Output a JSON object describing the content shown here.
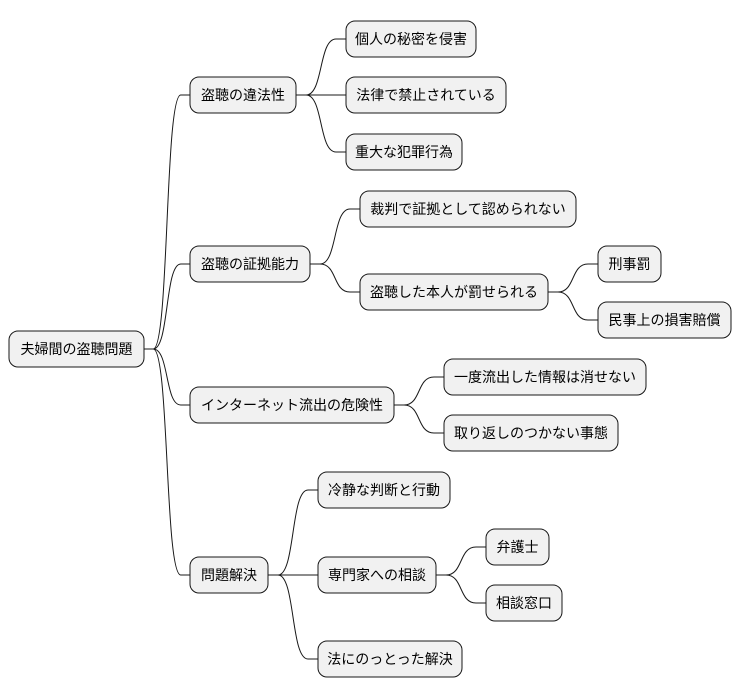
{
  "colors": {
    "node_fill": "#f1f1f1",
    "node_stroke": "#181818",
    "edge": "#181818",
    "text": "#000000"
  },
  "root": {
    "label": "夫婦間の盗聴問題",
    "children": [
      {
        "label": "盗聴の違法性",
        "children": [
          {
            "label": "個人の秘密を侵害"
          },
          {
            "label": "法律で禁止されている"
          },
          {
            "label": "重大な犯罪行為"
          }
        ]
      },
      {
        "label": "盗聴の証拠能力",
        "children": [
          {
            "label": "裁判で証拠として認められない"
          },
          {
            "label": "盗聴した本人が罰せられる",
            "children": [
              {
                "label": "刑事罰"
              },
              {
                "label": "民事上の損害賠償"
              }
            ]
          }
        ]
      },
      {
        "label": "インターネット流出の危険性",
        "children": [
          {
            "label": "一度流出した情報は消せない"
          },
          {
            "label": "取り返しのつかない事態"
          }
        ]
      },
      {
        "label": "問題解決",
        "children": [
          {
            "label": "冷静な判断と行動"
          },
          {
            "label": "専門家への相談",
            "children": [
              {
                "label": "弁護士"
              },
              {
                "label": "相談窓口"
              }
            ]
          },
          {
            "label": "法にのっとった解決"
          }
        ]
      }
    ]
  }
}
